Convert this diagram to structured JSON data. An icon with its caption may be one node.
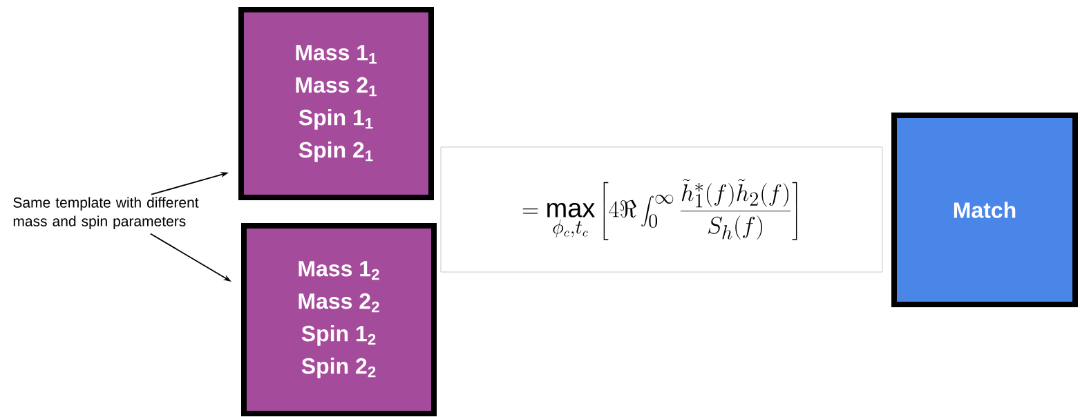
{
  "diagram": {
    "nodes": [
      {
        "text": [
          "Same template with different mass and spin parameters"
        ]
      },
      {
        "text": [
          "Mass 1$_{1}$",
          "Mass 2$_{1}$",
          "Spin 1$_{1}$",
          "Spin 2$_{1}$"
        ]
      },
      {
        "text": [
          "Mass 1$_{2}$",
          "Mass 2$_{2}$",
          "Spin 1$_{2}$",
          "Spin 2$_{2}$"
        ]
      },
      {
        "text": [
          "= \\max_{\\phi_c,t_c} \\left[ 4\\Re \\int_0^\\infty \\frac{\\tilde{h}_1^*(f)\\tilde{h}_2(f)}{S_h(f)} \\right]"
        ]
      },
      {
        "text": [
          "Match"
        ]
      }
    ],
    "edges": [
      {
        "from": 0,
        "to": 1,
        "arrow": "to"
      },
      {
        "from": 0,
        "to": 2,
        "arrow": "to"
      }
    ]
  }
}
